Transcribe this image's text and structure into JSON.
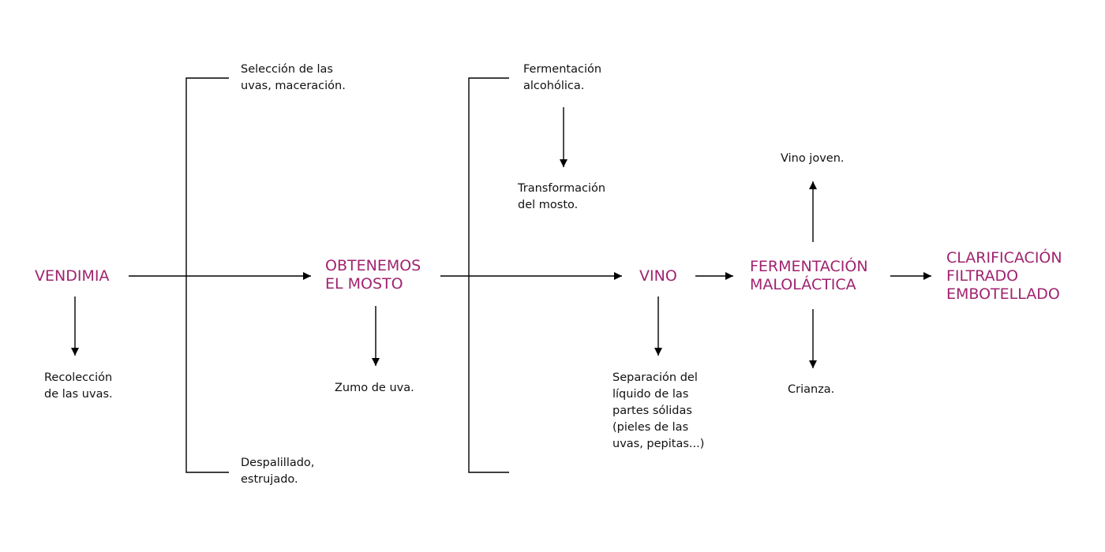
{
  "colors": {
    "stage": "#a0236f",
    "note": "#111111",
    "line": "#000000"
  },
  "stages": {
    "vendimia": [
      "VENDIMIA"
    ],
    "mosto": [
      "OBTENEMOS",
      "EL MOSTO"
    ],
    "vino": [
      "VINO"
    ],
    "malolactica": [
      "FERMENTACIÓN",
      "MALOLÁCTICA"
    ],
    "final": [
      "CLARIFICACIÓN",
      "FILTRADO",
      "EMBOTELLADO"
    ]
  },
  "notes": {
    "recoleccion": [
      "Recolección",
      "de las uvas."
    ],
    "seleccion": [
      "Selección de las",
      "uvas, maceración."
    ],
    "despalillado": [
      "Despalillado,",
      "estrujado."
    ],
    "zumo": [
      "Zumo de uva."
    ],
    "fermentacion_alcoholica": [
      "Fermentación",
      "alcohólica."
    ],
    "transformacion": [
      "Transformación",
      "del mosto."
    ],
    "separacion": [
      "Separación del",
      "líquido de las",
      "partes sólidas",
      "(pieles de las",
      "uvas, pepitas...)"
    ],
    "vino_joven": [
      "Vino joven."
    ],
    "crianza": [
      "Crianza."
    ]
  }
}
